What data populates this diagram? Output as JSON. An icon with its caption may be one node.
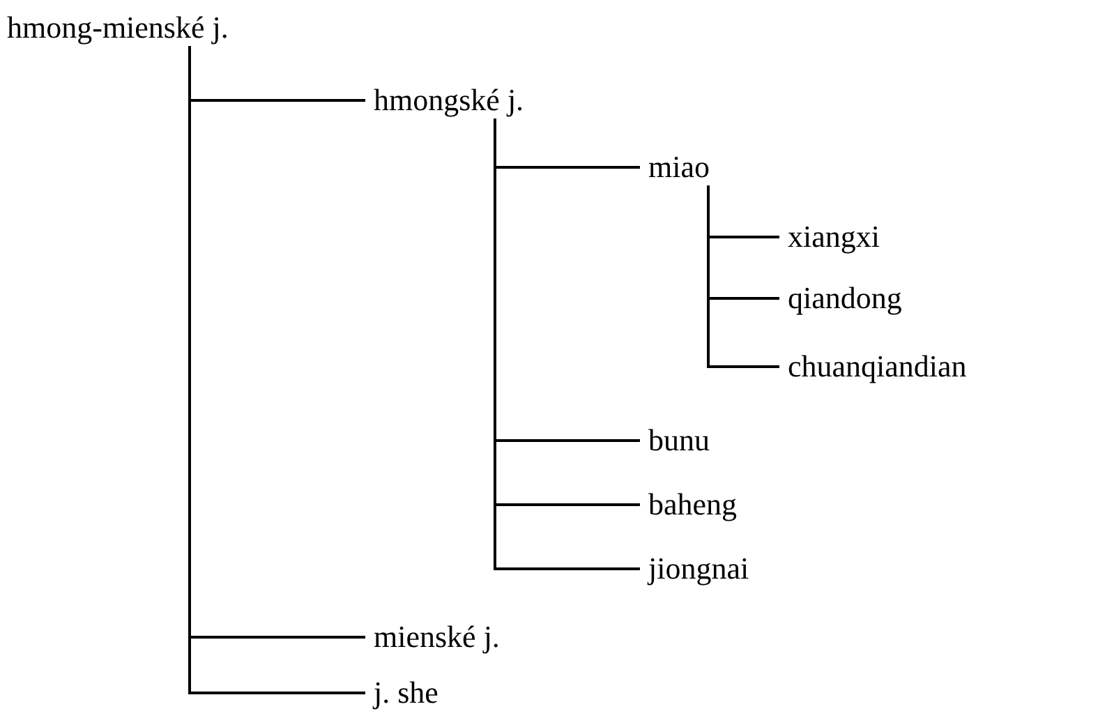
{
  "diagram": {
    "nodes": [
      {
        "text": [
          "hmong-mienské j."
        ]
      },
      {
        "text": [
          "hmongské j."
        ]
      },
      {
        "text": [
          "miao"
        ]
      },
      {
        "text": [
          "xiangxi"
        ]
      },
      {
        "text": [
          "qiandong"
        ]
      },
      {
        "text": [
          "chuanqiandian"
        ]
      },
      {
        "text": [
          "bunu"
        ]
      },
      {
        "text": [
          "baheng"
        ]
      },
      {
        "text": [
          "jiongnai"
        ]
      },
      {
        "text": [
          "mienské j."
        ]
      },
      {
        "text": [
          "j. she"
        ]
      }
    ],
    "edges": [
      {
        "from": 0,
        "to": 1,
        "arrow": "none"
      },
      {
        "from": 1,
        "to": 2,
        "arrow": "none"
      },
      {
        "from": 2,
        "to": 3,
        "arrow": "none"
      },
      {
        "from": 2,
        "to": 4,
        "arrow": "none"
      },
      {
        "from": 2,
        "to": 5,
        "arrow": "none"
      },
      {
        "from": 1,
        "to": 6,
        "arrow": "none"
      },
      {
        "from": 1,
        "to": 7,
        "arrow": "none"
      },
      {
        "from": 1,
        "to": 8,
        "arrow": "none"
      },
      {
        "from": 0,
        "to": 9,
        "arrow": "none"
      },
      {
        "from": 0,
        "to": 10,
        "arrow": "none"
      }
    ]
  }
}
